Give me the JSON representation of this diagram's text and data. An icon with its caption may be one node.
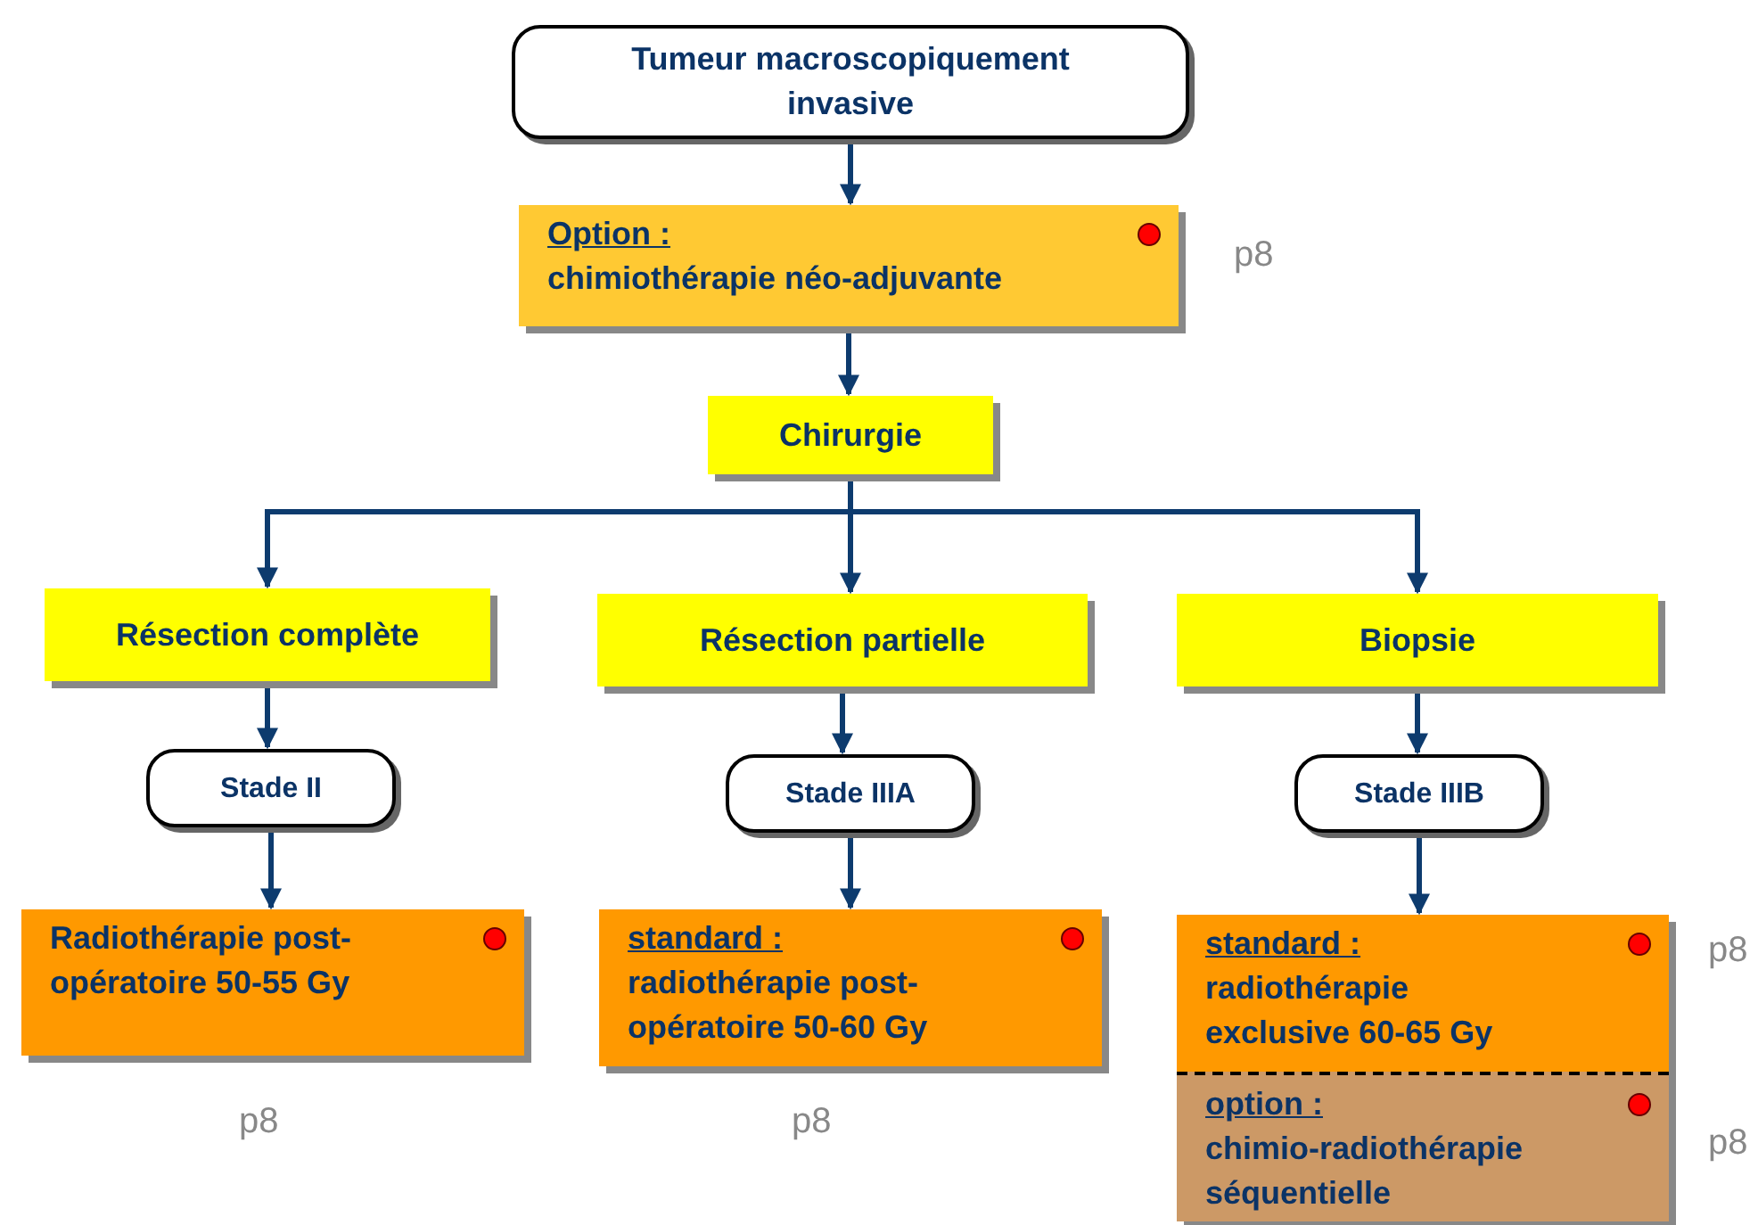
{
  "diagram": {
    "nodes": [
      {
        "text": [
          "Tumeur macroscopiquement invasive"
        ]
      },
      {
        "text": [
          "Option :",
          "chimiothérapie néo-adjuvante"
        ],
        "beside": [
          "p8"
        ]
      },
      {
        "text": [
          "Chirurgie"
        ]
      },
      {
        "text": [
          "Résection complète"
        ]
      },
      {
        "text": [
          "Résection partielle"
        ]
      },
      {
        "text": [
          "Biopsie"
        ]
      },
      {
        "text": [
          "Stade II"
        ]
      },
      {
        "text": [
          "Stade IIIA"
        ]
      },
      {
        "text": [
          "Stade IIIB"
        ]
      },
      {
        "text": [
          "Radiothérapie post-opératoire 50-55 Gy"
        ],
        "beside": [
          "p8"
        ]
      },
      {
        "text": [
          "standard :",
          "radiothérapie post-opératoire 50-60 Gy"
        ],
        "beside": [
          "p8"
        ]
      },
      {
        "text": [
          "standard :",
          "radiothérapie exclusive 60-65 Gy"
        ],
        "beside": [
          "p8"
        ]
      },
      {
        "text": [
          "option :",
          "chimio-radiothérapie séquentielle"
        ],
        "beside": [
          "p8"
        ]
      }
    ],
    "edges": [
      {
        "from": 0,
        "to": 1,
        "arrow": "to"
      },
      {
        "from": 1,
        "to": 2,
        "arrow": "to"
      },
      {
        "from": 2,
        "to": 3,
        "arrow": "to"
      },
      {
        "from": 2,
        "to": 4,
        "arrow": "to"
      },
      {
        "from": 2,
        "to": 5,
        "arrow": "to"
      },
      {
        "from": 3,
        "to": 6,
        "arrow": "to"
      },
      {
        "from": 4,
        "to": 7,
        "arrow": "to"
      },
      {
        "from": 5,
        "to": 8,
        "arrow": "to"
      },
      {
        "from": 6,
        "to": 9,
        "arrow": "to"
      },
      {
        "from": 7,
        "to": 10,
        "arrow": "to"
      },
      {
        "from": 8,
        "to": 11,
        "arrow": "to"
      }
    ]
  }
}
